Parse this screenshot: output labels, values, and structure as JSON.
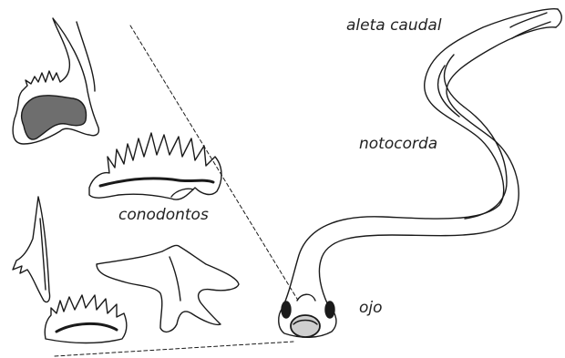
{
  "labels": {
    "tail_fin": "aleta caudal",
    "notochord": "notocorda",
    "conodonts": "conodontos",
    "eye": "ojo"
  },
  "colors": {
    "stroke": "#1a1a1a",
    "tooth_fill": "#6e6e6e",
    "background": "#ffffff"
  }
}
